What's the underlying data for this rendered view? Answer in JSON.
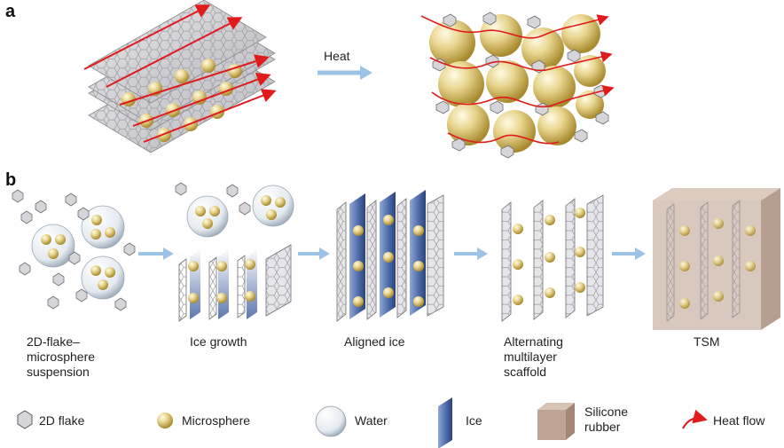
{
  "panels": {
    "a": "a",
    "b": "b"
  },
  "panel_a": {
    "arrow_label": "Heat"
  },
  "steps": [
    {
      "label": "2D-flake–\nmicrosphere\nsuspension"
    },
    {
      "label": "Ice growth"
    },
    {
      "label": "Aligned ice"
    },
    {
      "label": "Alternating\nmultilayer\nscaffold"
    },
    {
      "label": "TSM"
    }
  ],
  "legend": [
    {
      "label": "2D flake"
    },
    {
      "label": "Microsphere"
    },
    {
      "label": "Water"
    },
    {
      "label": "Ice"
    },
    {
      "label": "Silicone\nrubber"
    },
    {
      "label": "Heat flow"
    }
  ],
  "colors": {
    "flake": "#c8c8cc",
    "flake_dark": "#6e6e72",
    "sphere": "#e6d28a",
    "sphere_dark": "#b79a3c",
    "water": "#e8eef4",
    "ice": "#4a67a6",
    "rubber": "#bfa493",
    "heat_flow": "#e01b1b",
    "process_arrow": "#9cc3e6"
  },
  "icons": [
    "flake-icon",
    "microsphere-icon",
    "water-droplet-icon",
    "ice-slab-icon",
    "silicone-cube-icon",
    "heat-flow-arrow-icon"
  ]
}
